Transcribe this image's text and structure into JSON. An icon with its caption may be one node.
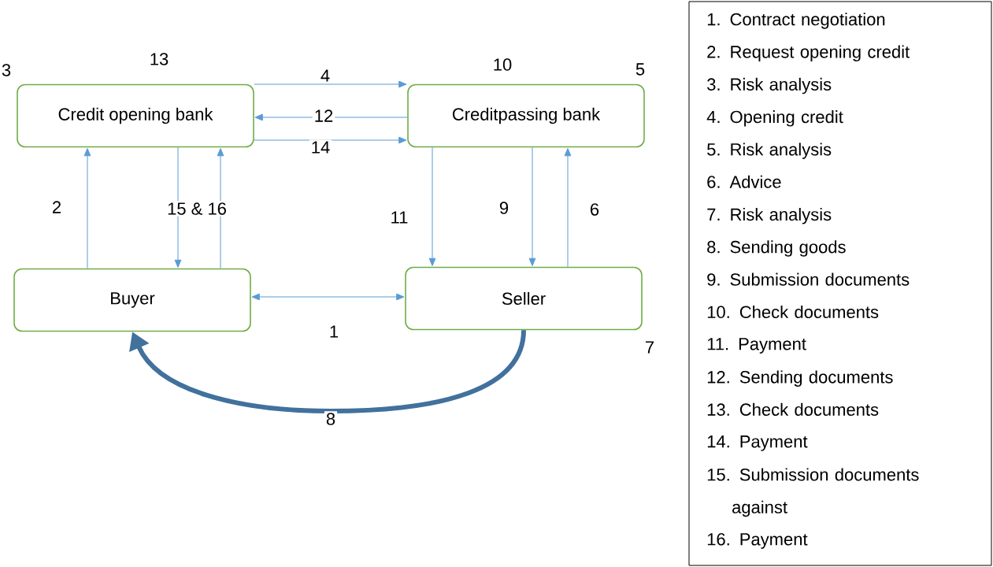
{
  "diagram": {
    "nodes": [
      {
        "text": [
          "Credit opening bank"
        ],
        "beside": [
          "3",
          "13"
        ]
      },
      {
        "text": [
          "Creditpassing bank"
        ],
        "beside": [
          "10",
          "5"
        ]
      },
      {
        "text": [
          "Buyer"
        ]
      },
      {
        "text": [
          "Seller"
        ],
        "beside": [
          "7"
        ]
      }
    ],
    "edges": [
      {
        "from": 2,
        "to": 0,
        "arrow": "to",
        "label": "2"
      },
      {
        "from": 0,
        "to": 1,
        "arrow": "to",
        "label": "4"
      },
      {
        "from": 1,
        "to": 0,
        "arrow": "to",
        "label": "12"
      },
      {
        "from": 0,
        "to": 1,
        "arrow": "to",
        "label": "14"
      },
      {
        "from": 0,
        "to": 2,
        "arrow": "to",
        "label": "15 & 16"
      },
      {
        "from": 2,
        "to": 0,
        "arrow": "to"
      },
      {
        "from": 1,
        "to": 3,
        "arrow": "to",
        "label": "11"
      },
      {
        "from": 1,
        "to": 3,
        "arrow": "to",
        "label": "9"
      },
      {
        "from": 3,
        "to": 1,
        "arrow": "to",
        "label": "6"
      },
      {
        "from": 2,
        "to": 3,
        "arrow": "both",
        "label": "1"
      },
      {
        "from": 3,
        "to": 2,
        "arrow": "to",
        "label": "8",
        "style": "thick",
        "color": "#41719c"
      }
    ],
    "labels": [
      "1. Contract negotiation",
      "2. Request opening credit",
      "3. Risk analysis",
      "4. Opening credit",
      "5. Risk analysis",
      "6. Advice",
      "7. Risk analysis",
      "8. Sending goods",
      "9. Submission documents",
      "10. Check documents",
      "11. Payment",
      "12. Sending documents",
      "13. Check documents",
      "14. Payment",
      "15. Submission documents against",
      "16. Payment"
    ]
  }
}
